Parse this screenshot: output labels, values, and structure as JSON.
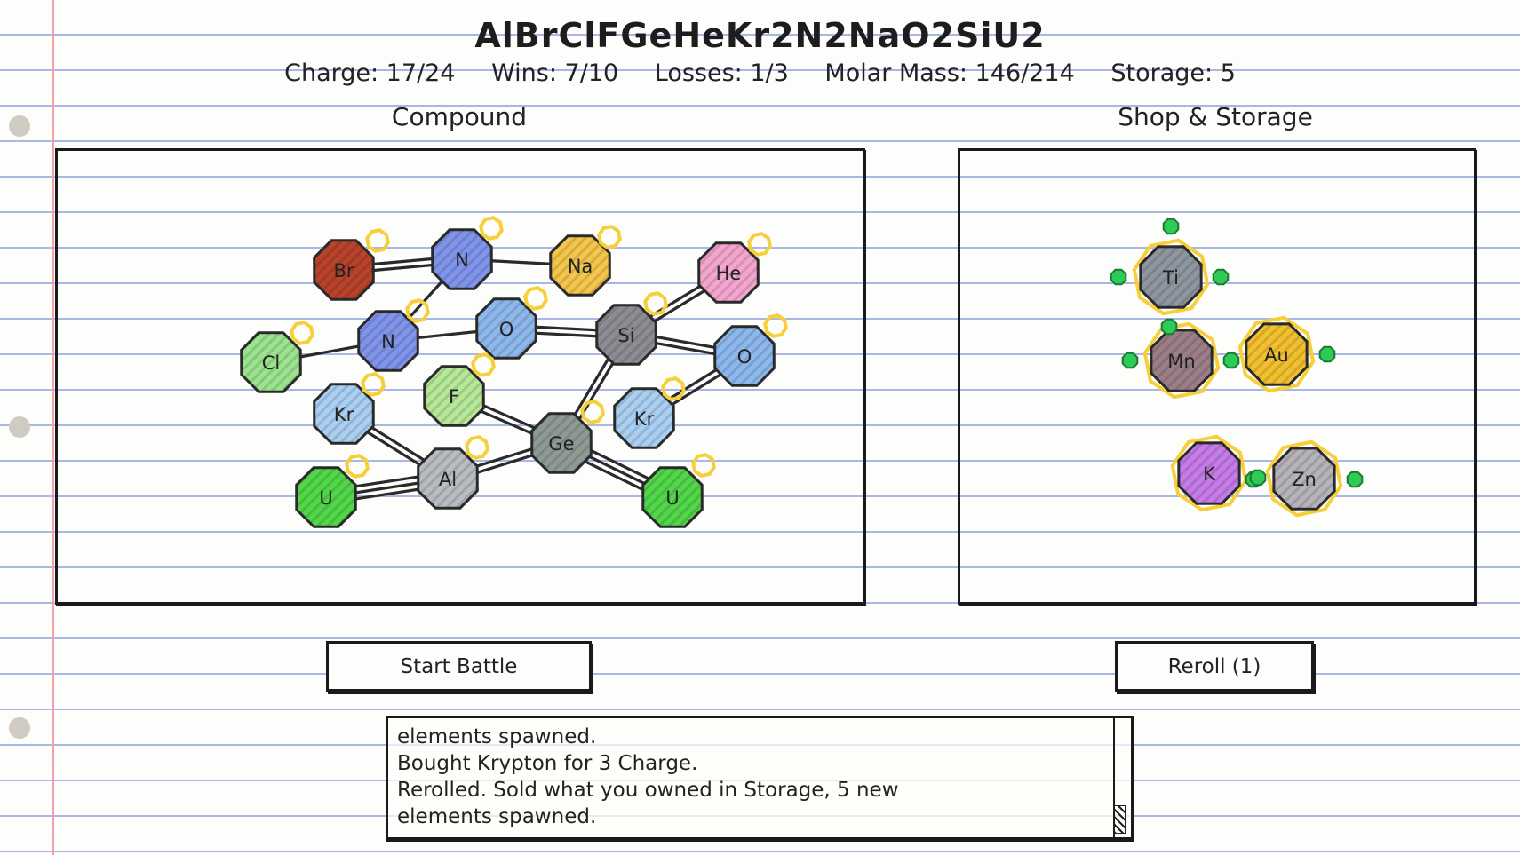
{
  "header": {
    "formula": "AlBrClFGeHeKr2N2NaO2SiU2",
    "stats": {
      "charge": "Charge: 17/24",
      "wins": "Wins: 7/10",
      "losses": "Losses: 1/3",
      "molar_mass": "Molar Mass: 146/214",
      "storage": "Storage: 5"
    }
  },
  "compound": {
    "title": "Compound",
    "atoms": [
      {
        "id": "br1",
        "symbol": "Br",
        "fill": "#b8432a"
      },
      {
        "id": "n1",
        "symbol": "N",
        "fill": "#7f94ea"
      },
      {
        "id": "na1",
        "symbol": "Na",
        "fill": "#f5c64c"
      },
      {
        "id": "he1",
        "symbol": "He",
        "fill": "#f4a6cf"
      },
      {
        "id": "cl1",
        "symbol": "Cl",
        "fill": "#9be38e"
      },
      {
        "id": "n2",
        "symbol": "N",
        "fill": "#7f94ea"
      },
      {
        "id": "o1",
        "symbol": "O",
        "fill": "#8db8ee"
      },
      {
        "id": "si1",
        "symbol": "Si",
        "fill": "#8c8c92"
      },
      {
        "id": "o2",
        "symbol": "O",
        "fill": "#8db8ee"
      },
      {
        "id": "kr1",
        "symbol": "Kr",
        "fill": "#aacff2"
      },
      {
        "id": "f1",
        "symbol": "F",
        "fill": "#b7e89a"
      },
      {
        "id": "ge1",
        "symbol": "Ge",
        "fill": "#8f9a95"
      },
      {
        "id": "kr2",
        "symbol": "Kr",
        "fill": "#aacff2"
      },
      {
        "id": "u1",
        "symbol": "U",
        "fill": "#52d64a"
      },
      {
        "id": "al1",
        "symbol": "Al",
        "fill": "#b9bcc0"
      },
      {
        "id": "u2",
        "symbol": "U",
        "fill": "#52d64a"
      }
    ]
  },
  "shop": {
    "title": "Shop & Storage",
    "atoms": [
      {
        "id": "ti1",
        "symbol": "Ti",
        "fill": "#8e969f"
      },
      {
        "id": "mn1",
        "symbol": "Mn",
        "fill": "#9c7f86"
      },
      {
        "id": "au1",
        "symbol": "Au",
        "fill": "#f2c02e"
      },
      {
        "id": "k1",
        "symbol": "K",
        "fill": "#c57be8"
      },
      {
        "id": "zn1",
        "symbol": "Zn",
        "fill": "#b6b3ba"
      }
    ]
  },
  "buttons": {
    "start_battle": "Start Battle",
    "reroll": "Reroll (1)"
  },
  "log": {
    "lines": [
      "elements spawned.",
      "Bought Krypton for 3 Charge.",
      "Rerolled. Sold what you owned in Storage, 5 new",
      "elements spawned."
    ]
  },
  "colors": {
    "bond_slot": "#f7cf3a",
    "shop_port": "#2ecc57",
    "shop_ring": "#f7cf3a",
    "outline": "#2a2a2a"
  }
}
